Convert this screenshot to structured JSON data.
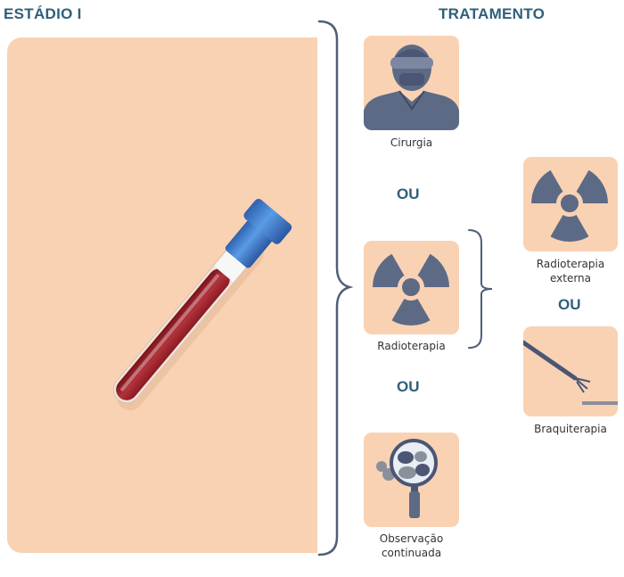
{
  "header": {
    "stage_title": "ESTÁDIO I",
    "treatment_title": "TRATAMENTO"
  },
  "options": {
    "surgery": "Cirurgia",
    "radiotherapy": "Radioterapia",
    "observation_line1": "Observação",
    "observation_line2": "continuada"
  },
  "sub_options": {
    "external_line1": "Radioterapia",
    "external_line2": "externa",
    "brachy": "Braquiterapia"
  },
  "connectors": {
    "or_1": "OU",
    "or_2": "OU",
    "or_3": "OU"
  },
  "icons": {
    "stage_illustration": "blood-tube-icon",
    "surgery": "surgeon-icon",
    "radiotherapy": "radiation-icon",
    "external": "radiation-icon",
    "brachy": "brachytherapy-applicator-icon",
    "observation": "magnifying-glass-icon"
  },
  "colors": {
    "peach": "#f9d2b3",
    "title_blue": "#2f5f7a",
    "icon_slate": "#5d6a86",
    "tube_red": "#a3222b",
    "cap_blue": "#3f7fd0"
  }
}
